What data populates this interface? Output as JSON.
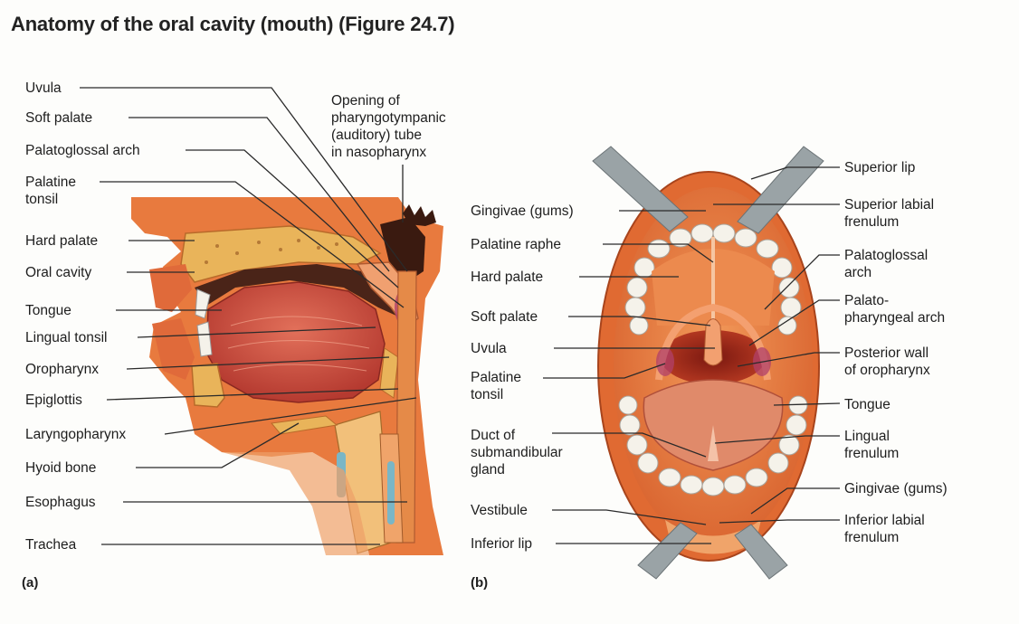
{
  "figure": {
    "title": "Anatomy of the oral cavity (mouth) (Figure 24.7)",
    "panel_a": "(a)",
    "panel_b": "(b)"
  },
  "panel_a_labels": {
    "uvula": "Uvula",
    "soft_palate": "Soft palate",
    "palatoglossal_arch": "Palatoglossal arch",
    "palatine_tonsil": "Palatine\ntonsil",
    "hard_palate": "Hard palate",
    "oral_cavity": "Oral cavity",
    "tongue": "Tongue",
    "lingual_tonsil": "Lingual tonsil",
    "oropharynx": "Oropharynx",
    "epiglottis": "Epiglottis",
    "laryngopharynx": "Laryngopharynx",
    "hyoid_bone": "Hyoid bone",
    "esophagus": "Esophagus",
    "trachea": "Trachea",
    "auditory_tube": "Opening of\npharyngotympanic\n(auditory) tube\nin nasopharynx"
  },
  "panel_b_labels": {
    "gingivae_upper": "Gingivae (gums)",
    "palatine_raphe": "Palatine raphe",
    "hard_palate": "Hard palate",
    "soft_palate": "Soft palate",
    "uvula": "Uvula",
    "palatine_tonsil": "Palatine\ntonsil",
    "duct_submandibular": "Duct of\nsubmandibular\ngland",
    "vestibule": "Vestibule",
    "inferior_lip": "Inferior lip",
    "superior_lip": "Superior lip",
    "superior_labial_frenulum": "Superior labial\nfrenulum",
    "palatoglossal_arch": "Palatoglossal\narch",
    "palatopharyngeal_arch": "Palato-\npharyngeal arch",
    "posterior_wall": "Posterior wall\nof oropharynx",
    "tongue": "Tongue",
    "lingual_frenulum": "Lingual\nfrenulum",
    "gingivae_lower": "Gingivae (gums)",
    "inferior_labial_frenulum": "Inferior labial\nfrenulum"
  },
  "colors": {
    "tissue": "#e0703a",
    "tongue": "#c8463c",
    "bone": "#e9b45a",
    "cavity": "#4a2418",
    "teeth": "#f5f2ea",
    "retractor": "#9aa3a6",
    "leader": "#2a2a2a"
  }
}
